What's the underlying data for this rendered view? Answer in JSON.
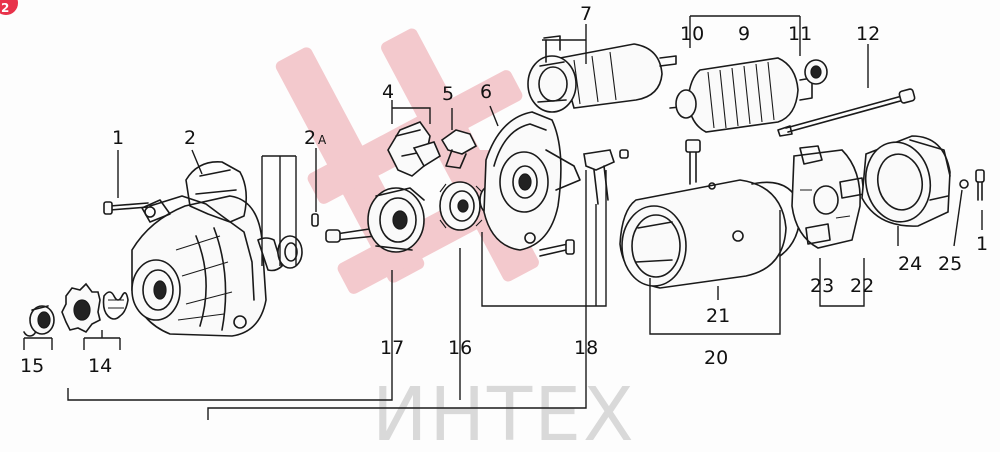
{
  "badge": {
    "text": "2",
    "color": "#e8324a"
  },
  "watermark": {
    "text": "ИНТЕХ",
    "logo_color": "#f3c4c8",
    "text_color": "#d9d9d9"
  },
  "labels": {
    "p1_left": "1",
    "p2": "2",
    "p2a": "2",
    "p2a_suffix": "A",
    "p4": "4",
    "p5": "5",
    "p6": "6",
    "p7": "7",
    "p9": "9",
    "p10": "10",
    "p11": "11",
    "p12": "12",
    "p14": "14",
    "p15": "15",
    "p16": "16",
    "p17": "17",
    "p18": "18",
    "p20": "20",
    "p21": "21",
    "p22": "22",
    "p23": "23",
    "p24": "24",
    "p25": "25",
    "p1_right": "1"
  }
}
